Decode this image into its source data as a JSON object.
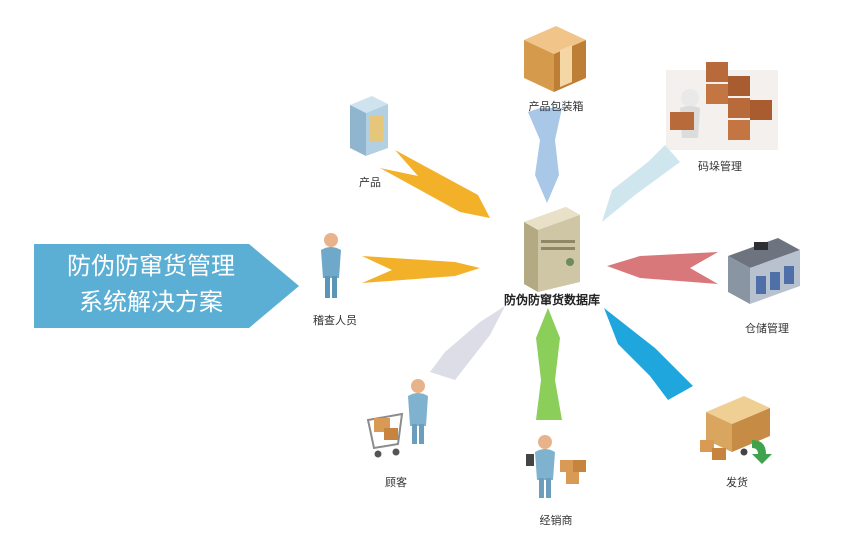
{
  "banner": {
    "line1": "防伪防窜货管理",
    "line2": "系统解决方案"
  },
  "hub": {
    "label": "防伪防窜货数据库"
  },
  "nodes": {
    "package": {
      "label": "产品包装箱"
    },
    "product": {
      "label": "产品"
    },
    "stacking": {
      "label": "码垛管理"
    },
    "inspector": {
      "label": "稽查人员"
    },
    "warehouse": {
      "label": "仓储管理"
    },
    "customer": {
      "label": "顾客"
    },
    "dealer": {
      "label": "经销商"
    },
    "shipping": {
      "label": "发货"
    }
  },
  "colors": {
    "banner": "#5bafd4",
    "orange_arrow": "#f3b12a",
    "lightblue_arrow": "#a9c7e6",
    "paleblue_arrow": "#cfe6ef",
    "red_arrow": "#d9787a",
    "gray_arrow": "#dcdde6",
    "green_arrow": "#8bcf5a",
    "blue_arrow": "#1fa6dc"
  }
}
